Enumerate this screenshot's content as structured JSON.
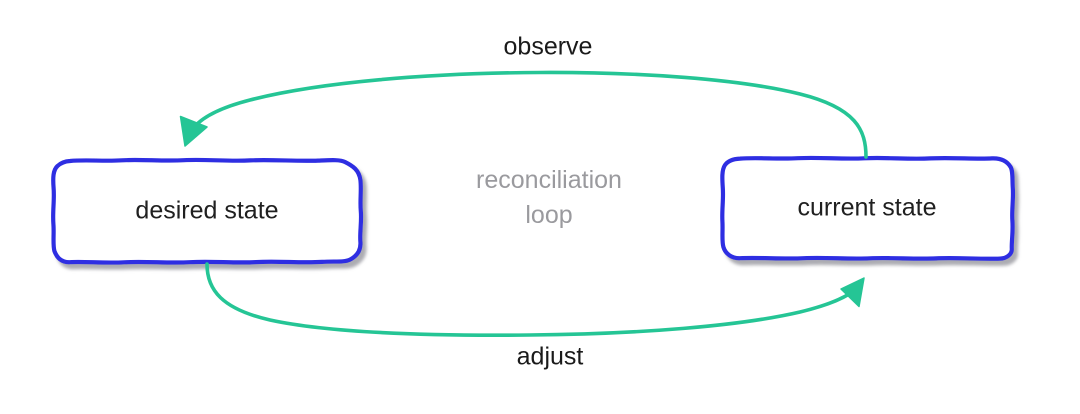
{
  "diagram": {
    "title": "reconciliation loop",
    "background_color": "#ffffff",
    "nodes": [
      {
        "id": "desired-state",
        "label": "desired state",
        "border_color": "#2f2fe2",
        "fill_color": "#ffffff",
        "text_color": "#202020"
      },
      {
        "id": "current-state",
        "label": "current state",
        "border_color": "#2f2fe2",
        "fill_color": "#ffffff",
        "text_color": "#202020"
      }
    ],
    "edges": [
      {
        "id": "observe-edge",
        "label": "observe",
        "from": "current-state",
        "to": "desired-state",
        "color": "#25c595"
      },
      {
        "id": "adjust-edge",
        "label": "adjust",
        "from": "desired-state",
        "to": "current-state",
        "color": "#25c595"
      }
    ],
    "center_note": {
      "line1": "reconciliation",
      "line2": "loop",
      "color": "#9a9a9e"
    }
  }
}
